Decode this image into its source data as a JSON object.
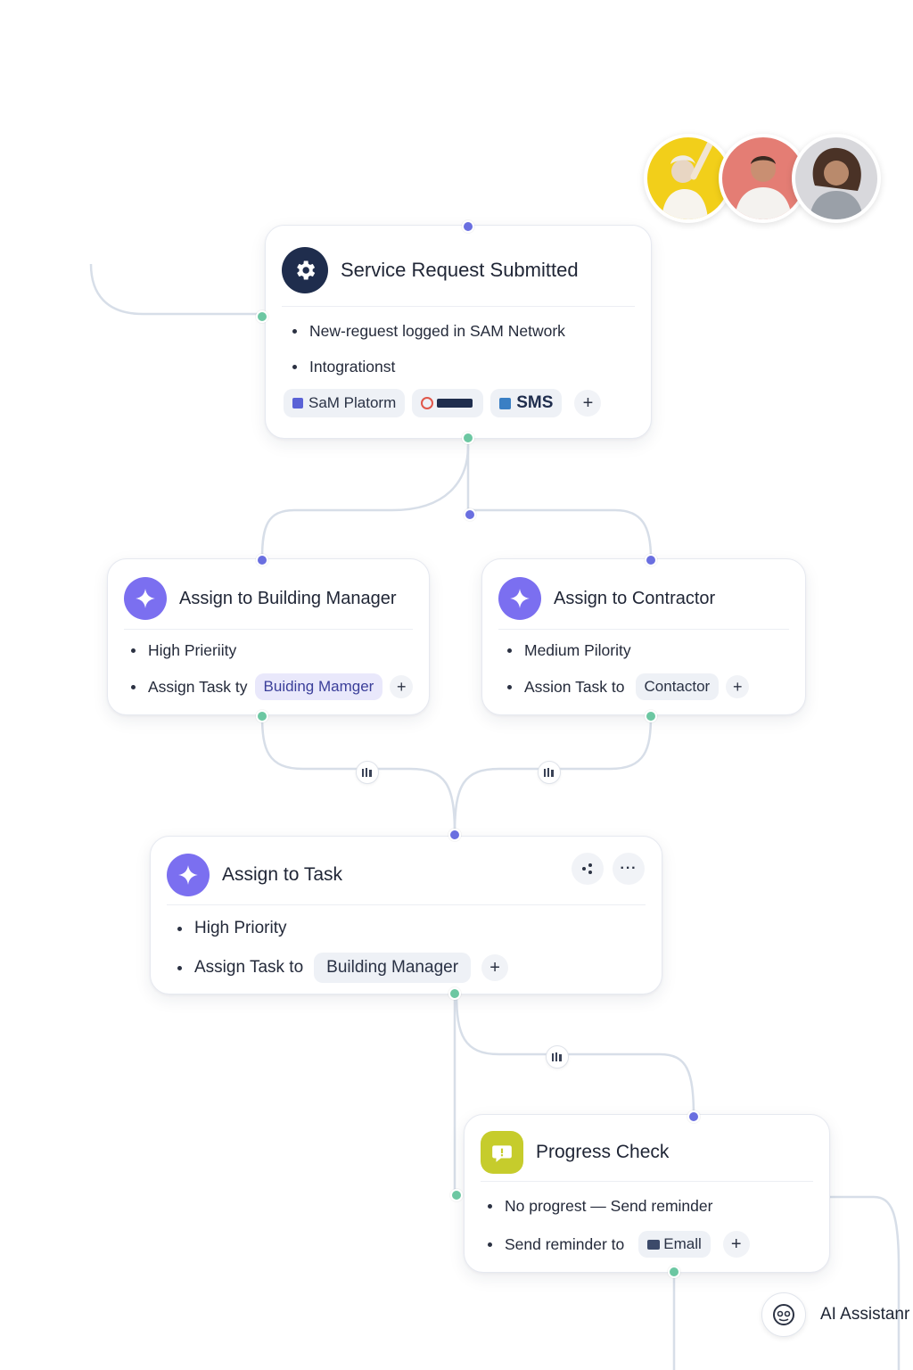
{
  "colors": {
    "accent_purple": "#7b6ff0",
    "node_blue": "#6a6fe0",
    "node_green": "#6cc7a2",
    "dark_navy": "#1f2d4d",
    "lime": "#c6cc2c"
  },
  "avatars": [
    {
      "name": "avatar-1",
      "bg": "#f2cf1a"
    },
    {
      "name": "avatar-2",
      "bg": "#e47d74"
    },
    {
      "name": "avatar-3",
      "bg": "#d8d8dc"
    }
  ],
  "service": {
    "icon": "gear-icon",
    "title": "Service Request Submitted",
    "bullets": [
      "New-reguest logged in SAM Network",
      "Intogrationst"
    ],
    "chips": [
      "SaM Platorm",
      "SMS"
    ]
  },
  "building": {
    "icon": "sparkle-icon",
    "title": "Assign to Building Manager",
    "bullet1": "High Prieriity",
    "bullet2": "Assign Task ty",
    "chip": "Buiding Mamger"
  },
  "contractor": {
    "icon": "sparkle-icon",
    "title": "Assign to Contractor",
    "bullet1": "Medium Pilority",
    "bullet2": "Assion Task to",
    "chip": "Contactor"
  },
  "task": {
    "icon": "sparkle-icon",
    "title": "Assign to Task",
    "bullet1": "High Priority",
    "bullet2": "Assign Task to",
    "chip": "Building Manager",
    "more": "···"
  },
  "progress": {
    "icon": "chat-icon",
    "title": "Progress Check",
    "bullet1": "No progrest — Send reminder",
    "bullet2": "Send reminder to",
    "chip": "Emall"
  },
  "assistant": {
    "icon": "ai-assistant-icon",
    "label": "AI Assistanr"
  },
  "plus_label": "+"
}
